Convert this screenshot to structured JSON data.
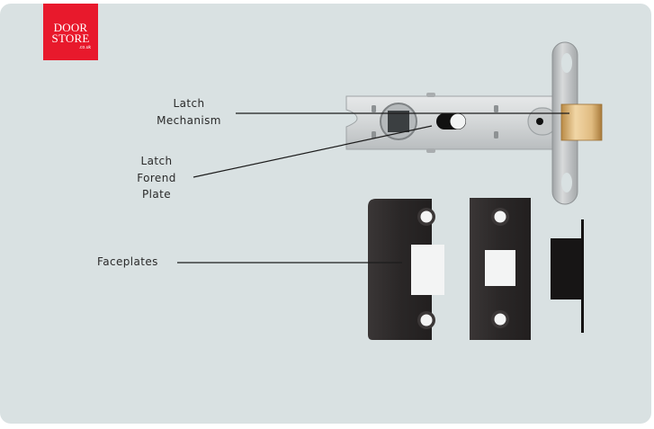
{
  "brand": {
    "line1": "DOOR",
    "line2": "STORE",
    "line3": ".co.uk",
    "color": "#e8192c"
  },
  "background_color": "#d9e1e2",
  "labels": {
    "latch_mechanism": [
      "Latch",
      "Mechanism"
    ],
    "latch_forend_plate": [
      "Latch",
      "Forend",
      "Plate"
    ],
    "faceplates": "Faceplates"
  },
  "parts": {
    "latch_body": "latch-body",
    "latch_bolt_color": "#d9b47a",
    "plate_color": "#c9cccd",
    "faceplate_color": "#2b2828"
  }
}
